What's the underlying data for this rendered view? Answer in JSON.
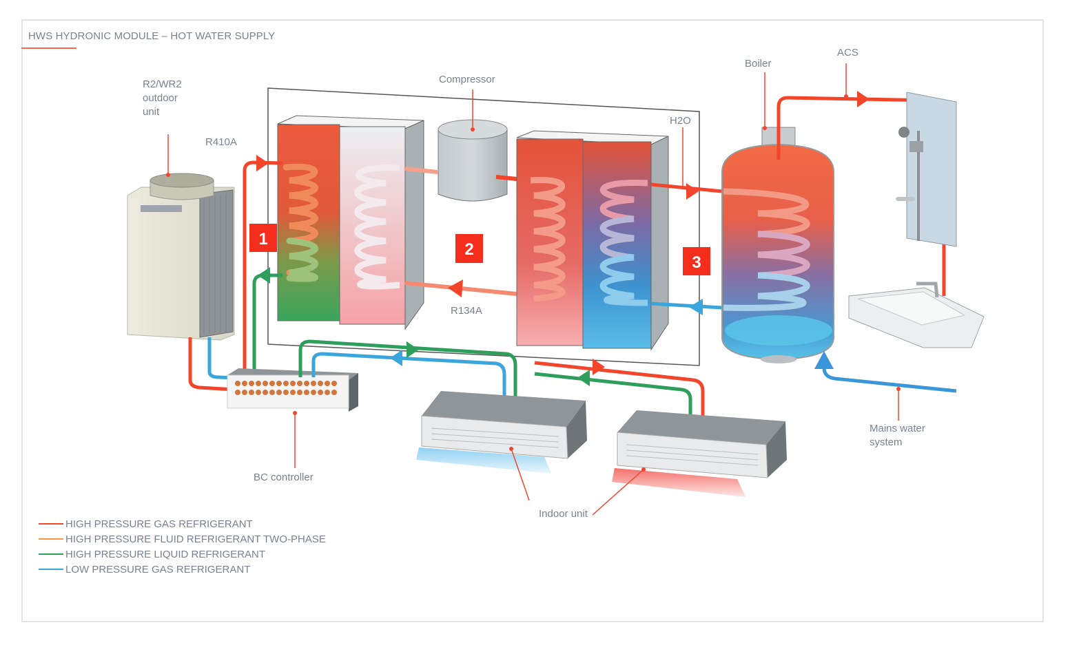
{
  "title": "HWS HYDRONIC MODULE – HOT WATER SUPPLY",
  "labels": {
    "outdoor_unit": [
      "R2/WR2",
      "outdoor",
      "unit"
    ],
    "r410a": "R410A",
    "compressor": "Compressor",
    "h2o": "H2O",
    "r134a": "R134A",
    "boiler": "Boiler",
    "acs": "ACS",
    "bc_controller": "BC controller",
    "indoor_unit": "Indoor unit",
    "mains_water": [
      "Mains water",
      "system"
    ]
  },
  "stages": [
    "1",
    "2",
    "3"
  ],
  "legend": [
    {
      "label": "HIGH PRESSURE GAS REFRIGERANT",
      "color": "#f2452b"
    },
    {
      "label": "HIGH PRESSURE FLUID REFRIGERANT TWO-PHASE",
      "color": "#f7943e"
    },
    {
      "label": "HIGH PRESSURE LIQUID REFRIGERANT",
      "color": "#2e9e5b"
    },
    {
      "label": "LOW PRESSURE GAS REFRIGERANT",
      "color": "#3aa6dc"
    }
  ],
  "colors": {
    "accent": "#f06a55",
    "high_pressure_gas": "#f2452b",
    "liquid": "#2e9e5b",
    "low_pressure_gas": "#3aa6dc",
    "badge": "#f52d1d",
    "label_text": "#7b8090"
  }
}
